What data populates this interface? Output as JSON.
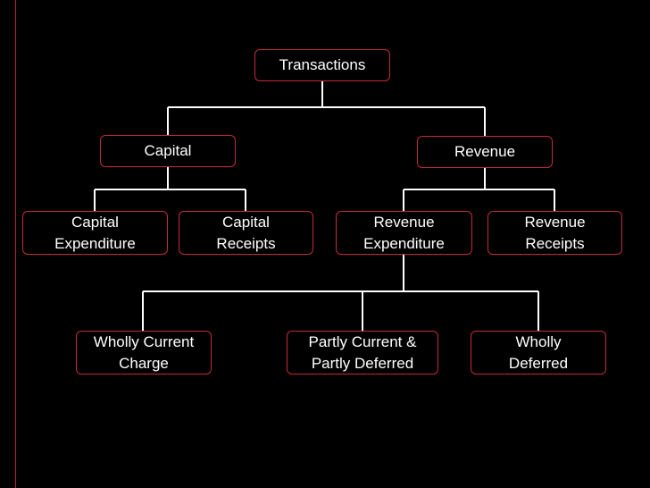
{
  "colors": {
    "background": "#000000",
    "node_border": "#c42a38",
    "connector": "#ffffff",
    "text": "#ffffff",
    "left_rule": "#b0202a"
  },
  "nodes": {
    "transactions": {
      "line1": "Transactions"
    },
    "capital": {
      "line1": "Capital"
    },
    "revenue": {
      "line1": "Revenue"
    },
    "capital_expenditure": {
      "line1": "Capital",
      "line2": "Expenditure"
    },
    "capital_receipts": {
      "line1": "Capital",
      "line2": "Receipts"
    },
    "revenue_expenditure": {
      "line1": "Revenue",
      "line2": "Expenditure"
    },
    "revenue_receipts": {
      "line1": "Revenue",
      "line2": "Receipts"
    },
    "wholly_current_charge": {
      "line1": "Wholly Current",
      "line2": "Charge"
    },
    "partly_current_partly_deferred": {
      "line1": "Partly Current &",
      "line2": "Partly Deferred"
    },
    "wholly_deferred": {
      "line1": "Wholly",
      "line2": "Deferred"
    }
  },
  "edges": [
    [
      "transactions",
      "capital"
    ],
    [
      "transactions",
      "revenue"
    ],
    [
      "capital",
      "capital_expenditure"
    ],
    [
      "capital",
      "capital_receipts"
    ],
    [
      "revenue",
      "revenue_expenditure"
    ],
    [
      "revenue",
      "revenue_receipts"
    ],
    [
      "revenue_expenditure",
      "wholly_current_charge"
    ],
    [
      "revenue_expenditure",
      "partly_current_partly_deferred"
    ],
    [
      "revenue_expenditure",
      "wholly_deferred"
    ]
  ]
}
